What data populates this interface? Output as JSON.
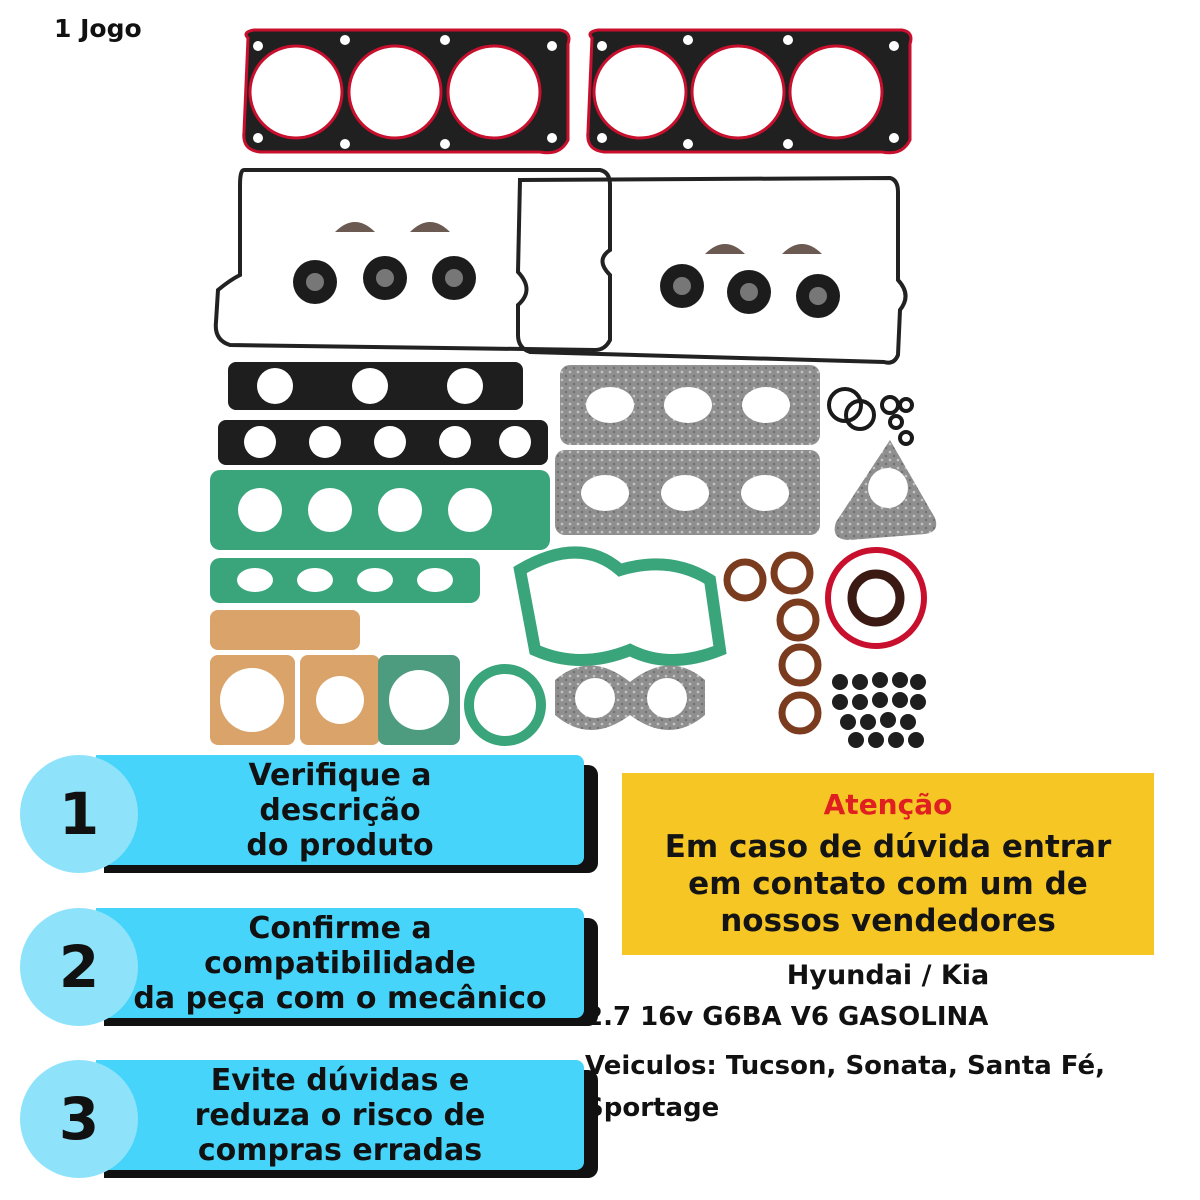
{
  "quantity_label": "1 Jogo",
  "steps": [
    {
      "number": "1",
      "text": "Verifique a\ndescrição\ndo produto"
    },
    {
      "number": "2",
      "text": "Confirme a\ncompatibilidade\nda peça com o mecânico"
    },
    {
      "number": "3",
      "text": "Evite dúvidas e\nreduza o risco de\ncompras erradas"
    }
  ],
  "attention": {
    "title": "Atenção",
    "body": "Em caso de dúvida entrar\nem contato com um de\nnossos vendedores"
  },
  "brand": "Hyundai / Kia",
  "engine": "2.7 16v G6BA V6 GASOLINA",
  "vehicles": "Veiculos: Tucson, Sonata, Santa Fé, Sportage",
  "colors": {
    "step_bar": "#47d4fa",
    "step_circle": "#8ee3fb",
    "attention_bg": "#f6c625",
    "attention_title": "#e02020",
    "gasket_green": "#3aa57a",
    "gasket_tan": "#d9a36a",
    "gasket_red": "#c8102e"
  }
}
